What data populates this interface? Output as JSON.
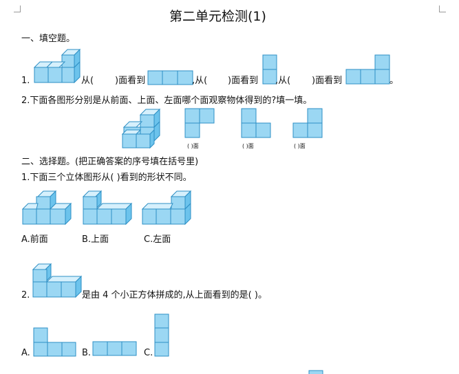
{
  "title": "第二单元检测(1)",
  "section1": {
    "heading": "一、填空题。",
    "q1": {
      "num": "1.",
      "p1": "从(",
      "p2": ")面看到",
      "p3": ",从(",
      "p4": ")面看到",
      "p5": ",从(",
      "p6": ")面看到",
      "end": "。"
    },
    "q2": {
      "text": "2.下面各图形分别是从前面、上面、左面哪个面观察物体得到的?填一填。",
      "blank_labels": [
        "(     )面",
        "(     )面",
        "(     )面"
      ]
    }
  },
  "section2": {
    "heading": "二、选择题。(把正确答案的序号填在括号里)",
    "q1": {
      "text": "1.下面三个立体图形从(      )看到的形状不同。",
      "options": [
        "A.前面",
        "B.上面",
        "C.左面"
      ]
    },
    "q2": {
      "num": "2.",
      "text": "是由 4 个小正方体拼成的,从上面看到的是(      )。",
      "options": [
        "A.",
        "B.",
        "C."
      ]
    }
  },
  "colors": {
    "cube_face": "#9bd7f3",
    "cube_top": "#d6f0fc",
    "cube_side": "#6cc3ec",
    "cube_edge": "#2d8fc4"
  }
}
